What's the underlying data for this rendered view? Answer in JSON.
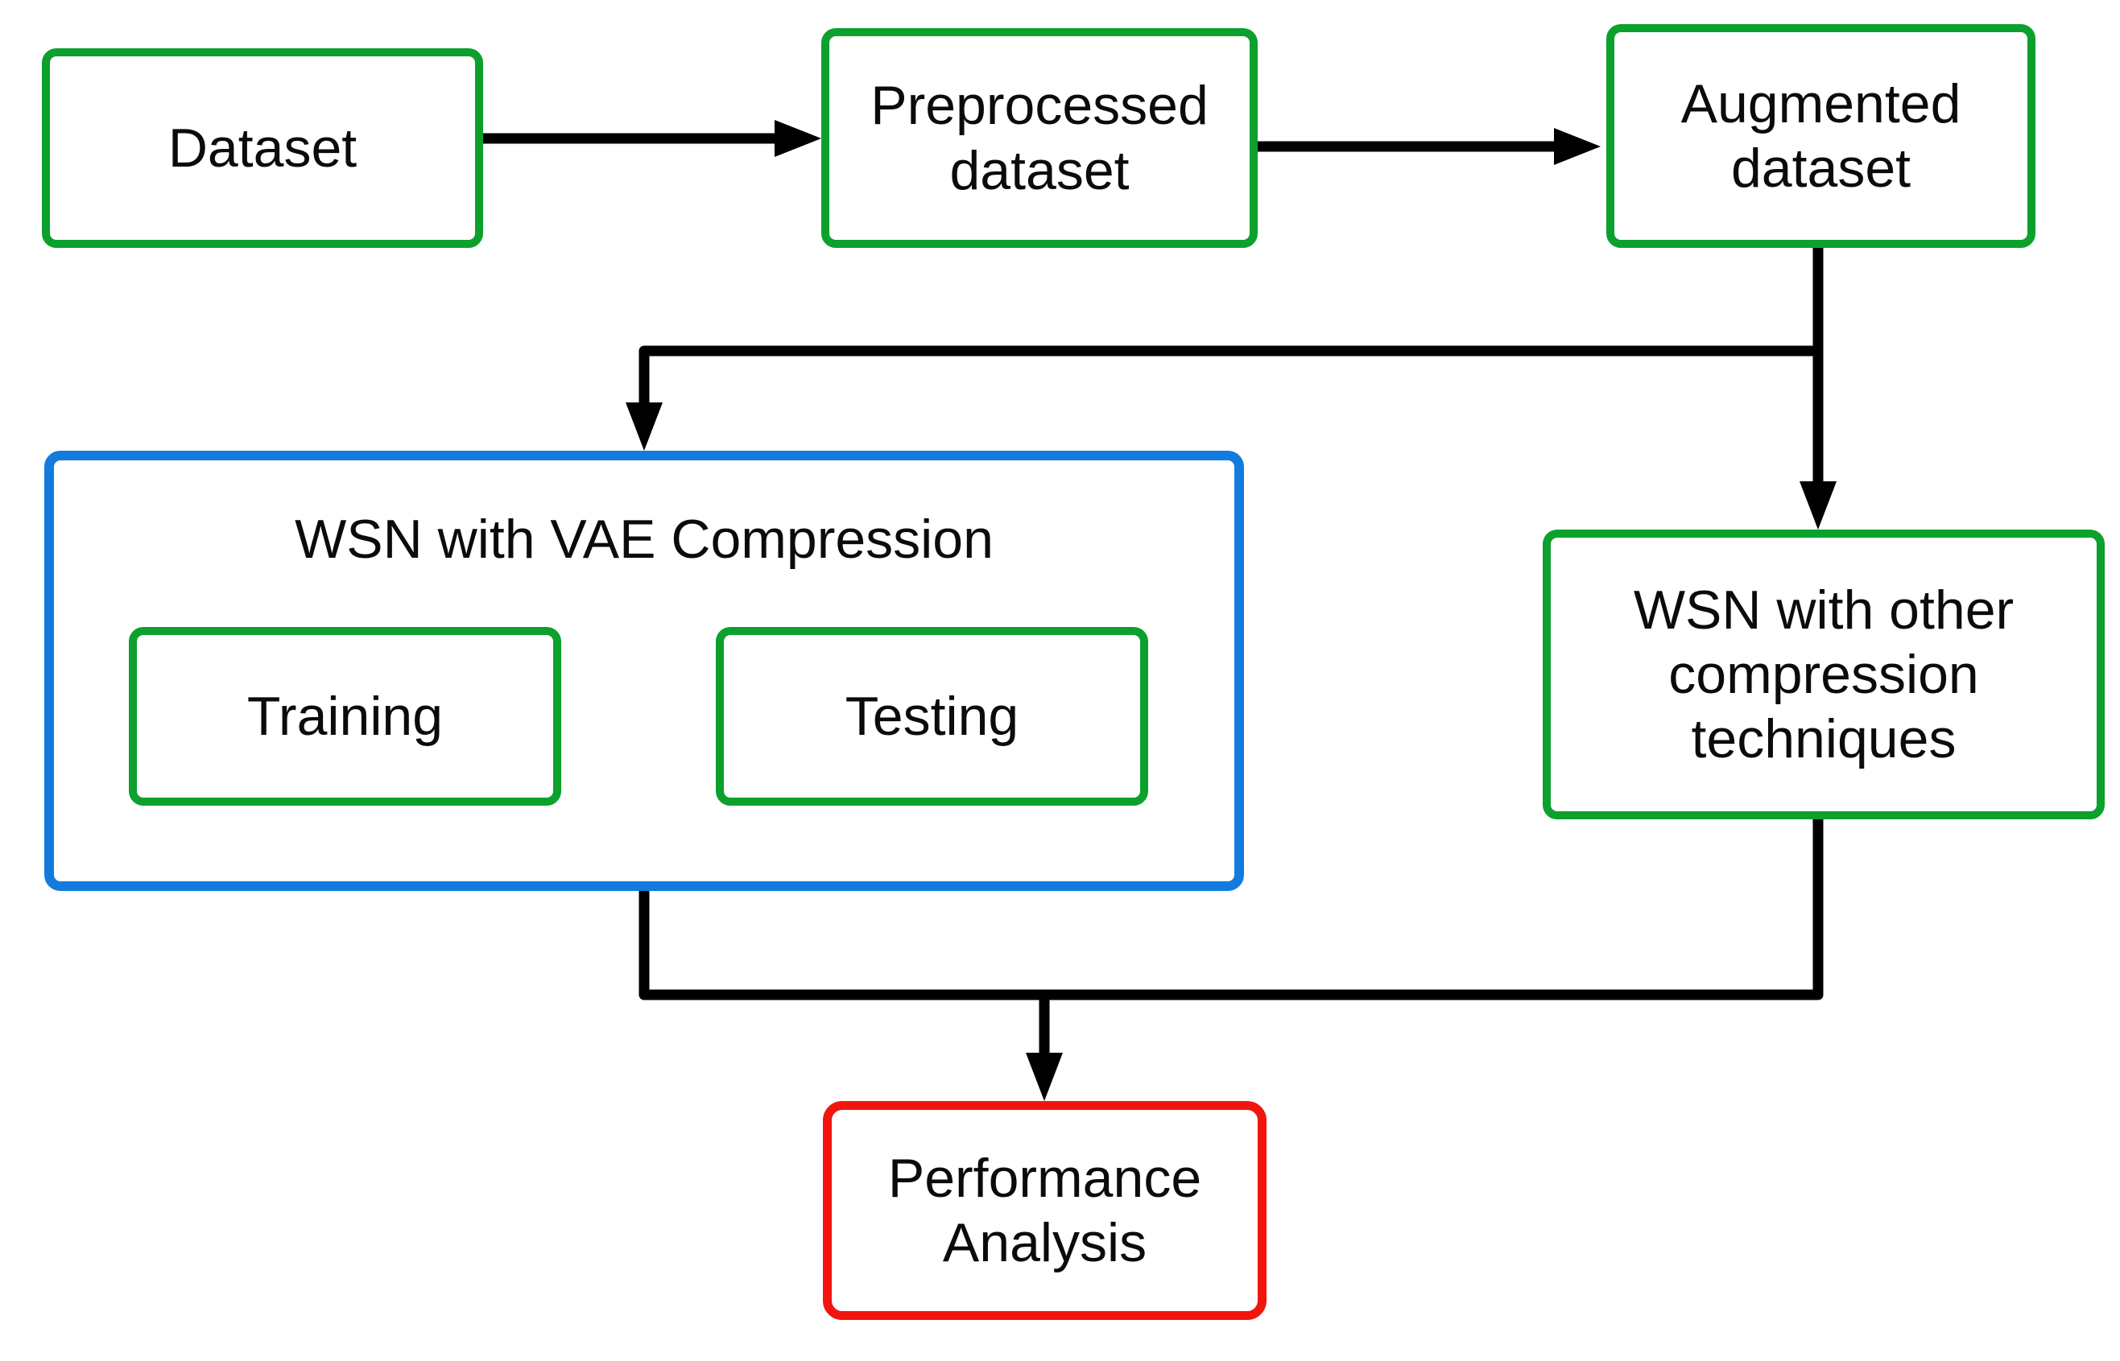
{
  "figure": {
    "title": "WSN VAE compression workflow diagram",
    "background": "#ffffff",
    "colors": {
      "green_border": "#0ca02c",
      "blue_border": "#127bdd",
      "red_border": "#f2150f",
      "line": "#000000",
      "text": "#0b0b0b"
    },
    "nodes": {
      "dataset": {
        "label": "Dataset",
        "border_color": "#0ca02c"
      },
      "preprocessed_dataset": {
        "label": "Preprocessed dataset",
        "border_color": "#0ca02c"
      },
      "augmented_dataset": {
        "label": "Augmented dataset",
        "border_color": "#0ca02c"
      },
      "wsn_vae": {
        "label": "WSN with VAE Compression",
        "border_color": "#127bdd"
      },
      "training": {
        "label": "Training",
        "border_color": "#0ca02c"
      },
      "testing": {
        "label": "Testing",
        "border_color": "#0ca02c"
      },
      "wsn_other": {
        "label": "WSN with other compression techniques",
        "border_color": "#0ca02c"
      },
      "performance_analysis": {
        "label": "Performance Analysis",
        "border_color": "#f2150f"
      }
    },
    "edges": [
      {
        "from": "dataset",
        "to": "preprocessed_dataset",
        "style": "arrow-right"
      },
      {
        "from": "preprocessed_dataset",
        "to": "augmented_dataset",
        "style": "arrow-right"
      },
      {
        "from": "augmented_dataset",
        "to": "wsn_vae",
        "style": "elbow-down-left-down"
      },
      {
        "from": "augmented_dataset",
        "to": "wsn_other",
        "style": "arrow-down"
      },
      {
        "from": "wsn_vae",
        "to": "performance_analysis",
        "style": "merge-down"
      },
      {
        "from": "wsn_other",
        "to": "performance_analysis",
        "style": "merge-down"
      }
    ]
  }
}
